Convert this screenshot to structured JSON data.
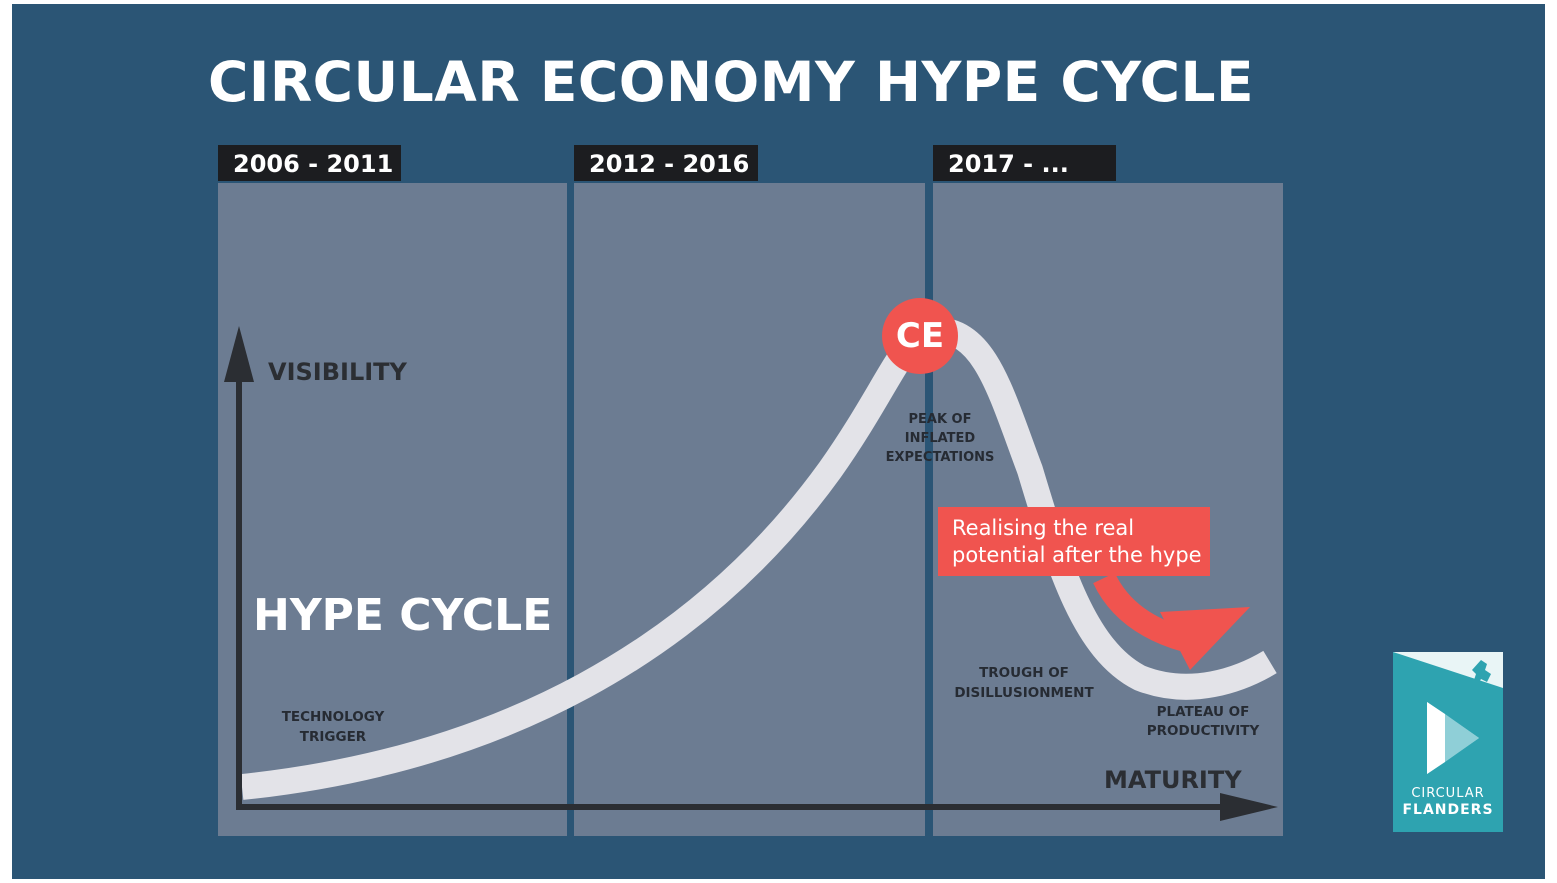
{
  "title": "CIRCULAR ECONOMY HYPE CYCLE",
  "periods": [
    {
      "label": "2006 - 2011"
    },
    {
      "label": "2012 - 2016"
    },
    {
      "label": "2017 - ..."
    }
  ],
  "axes": {
    "y_label": "VISIBILITY",
    "x_label": "MATURITY"
  },
  "curve_label": "HYPE CYCLE",
  "badge": "CE",
  "phases": {
    "technology_trigger": "TECHNOLOGY\nTRIGGER",
    "peak": "PEAK OF\nINFLATED\nEXPECTATIONS",
    "trough": "TROUGH OF\nDISILLUSIONMENT",
    "plateau": "PLATEAU OF\nPRODUCTIVITY"
  },
  "callout": "Realising the real\npotential after the hype",
  "logo": {
    "line1": "CIRCULAR",
    "line2": "FLANDERS"
  },
  "colors": {
    "background": "#2b5575",
    "panel": "#6c7c92",
    "label_bar": "#1c1d20",
    "accent": "#f0544f",
    "curve": "#e3e3e8",
    "logo": "#2ea3b0"
  }
}
